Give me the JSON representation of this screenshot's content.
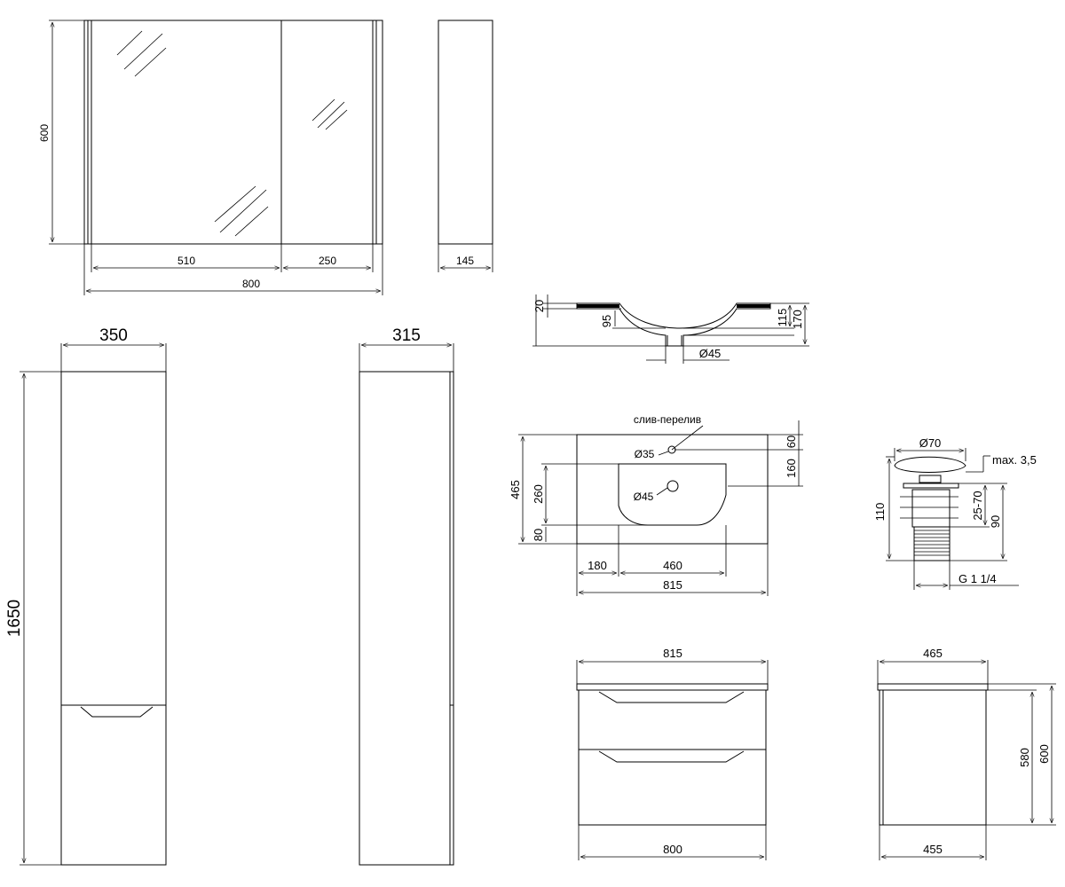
{
  "mirror_cabinet": {
    "height": "600",
    "width_left": "510",
    "width_right": "250",
    "width_total": "800",
    "depth": "145"
  },
  "tall_cabinet": {
    "width_front": "350",
    "width_side": "315",
    "height": "1650"
  },
  "sink_section": {
    "rim": "20",
    "bowl_depth": "95",
    "inner_height": "115",
    "total_height": "170",
    "drain": "Ø45"
  },
  "sink_top": {
    "overflow_label": "слив-перелив",
    "overflow_hole": "Ø35",
    "tap_hole": "Ø45",
    "depth_total": "465",
    "bowl_depth": "260",
    "front_offset": "80",
    "back_offset_a": "60",
    "back_offset_b": "160",
    "left_offset": "180",
    "bowl_width": "460",
    "width_total": "815"
  },
  "drain_valve": {
    "cap": "Ø70",
    "max": "max. 3,5",
    "height": "110",
    "adjust": "25-70",
    "body": "90",
    "thread": "G 1 1/4"
  },
  "vanity_front": {
    "top_width": "815",
    "bottom_width": "800"
  },
  "vanity_side": {
    "top_depth": "465",
    "bottom_depth": "455",
    "height_body": "580",
    "height_total": "600"
  }
}
